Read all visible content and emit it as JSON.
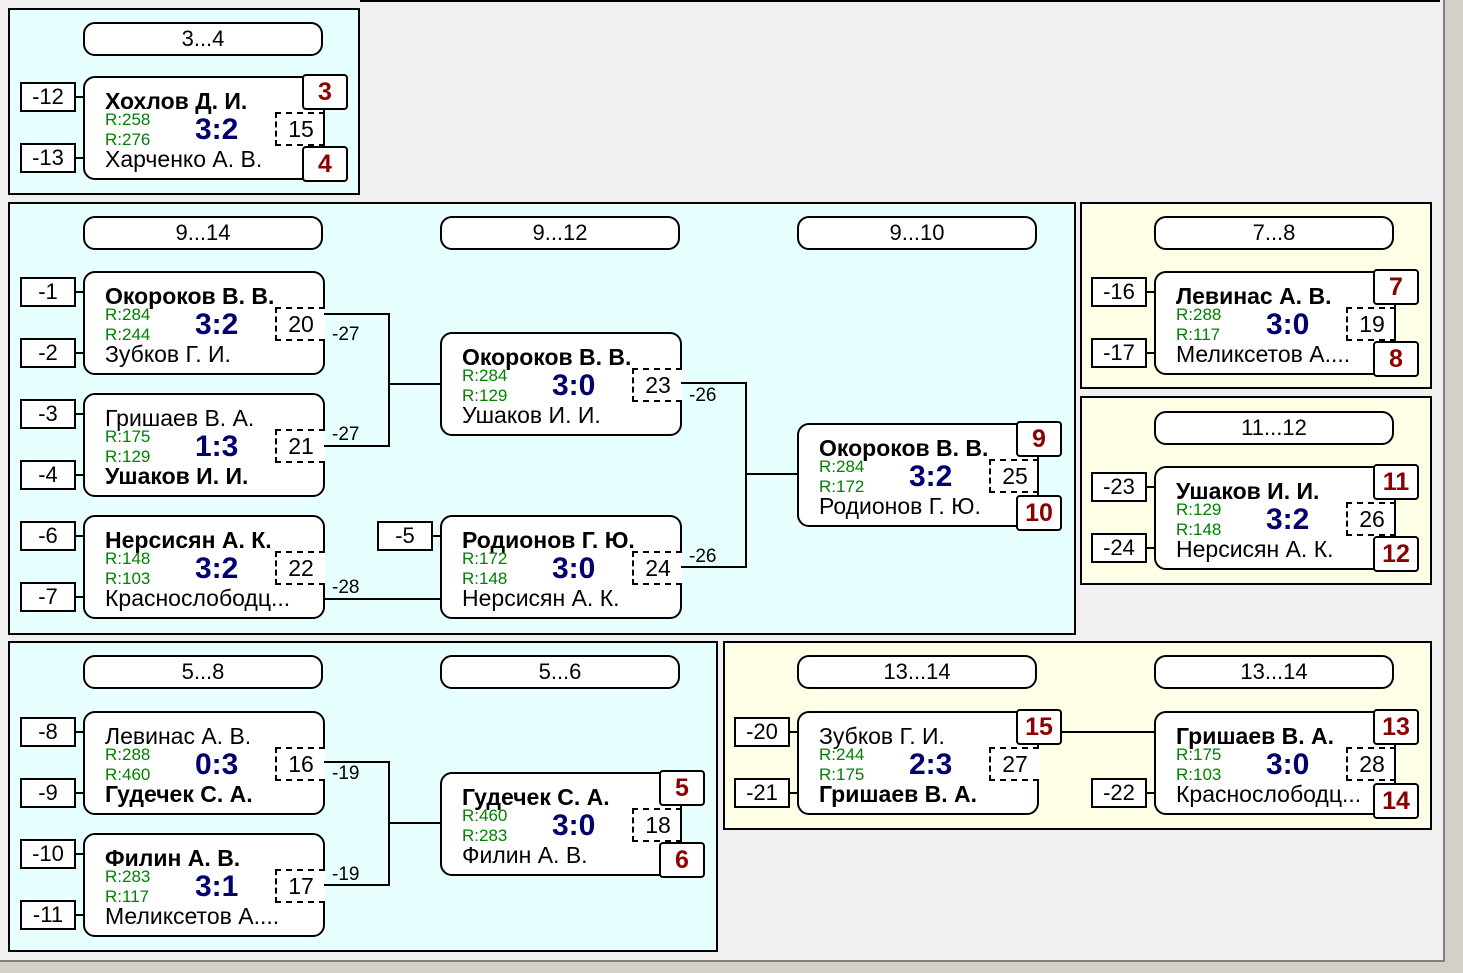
{
  "panels": {
    "p34": {
      "header": "3...4",
      "seeds": [
        "-12",
        "-13"
      ],
      "match": {
        "p1": "Хохлов Д. И.",
        "r1": "R:258",
        "r2": "R:276",
        "p2": "Харченко А. В.",
        "score": "3:2",
        "num": "15"
      },
      "places": [
        "3",
        "4"
      ]
    },
    "p914": {
      "headers": [
        "9...14",
        "9...12",
        "9...10"
      ],
      "seeds": [
        "-1",
        "-2",
        "-3",
        "-4",
        "-6",
        "-7",
        "-5"
      ],
      "m20": {
        "p1": "Окороков В. В.",
        "r1": "R:284",
        "r2": "R:244",
        "p2": "Зубков Г. И.",
        "score": "3:2",
        "num": "20",
        "loser": "-27"
      },
      "m21": {
        "p1": "Гришаев В. А.",
        "r1": "R:175",
        "r2": "R:129",
        "p2": "Ушаков И. И.",
        "score": "1:3",
        "num": "21",
        "loser": "-27"
      },
      "m22": {
        "p1": "Нерсисян А. К.",
        "r1": "R:148",
        "r2": "R:103",
        "p2": "Краснослободц...",
        "score": "3:2",
        "num": "22",
        "loser": "-28"
      },
      "m23": {
        "p1": "Окороков В. В.",
        "r1": "R:284",
        "r2": "R:129",
        "p2": "Ушаков И. И.",
        "score": "3:0",
        "num": "23",
        "loser": "-26"
      },
      "m24": {
        "p1": "Родионов Г. Ю.",
        "r1": "R:172",
        "r2": "R:148",
        "p2": "Нерсисян А. К.",
        "score": "3:0",
        "num": "24",
        "loser": "-26"
      },
      "m25": {
        "p1": "Окороков В. В.",
        "r1": "R:284",
        "r2": "R:172",
        "p2": "Родионов Г. Ю.",
        "score": "3:2",
        "num": "25"
      },
      "places": [
        "9",
        "10"
      ]
    },
    "p78": {
      "header": "7...8",
      "seeds": [
        "-16",
        "-17"
      ],
      "match": {
        "p1": "Левинас А. В.",
        "r1": "R:288",
        "r2": "R:117",
        "p2": "Меликсетов А....",
        "score": "3:0",
        "num": "19"
      },
      "places": [
        "7",
        "8"
      ]
    },
    "p1112": {
      "header": "11...12",
      "seeds": [
        "-23",
        "-24"
      ],
      "match": {
        "p1": "Ушаков И. И.",
        "r1": "R:129",
        "r2": "R:148",
        "p2": "Нерсисян А. К.",
        "score": "3:2",
        "num": "26"
      },
      "places": [
        "11",
        "12"
      ]
    },
    "p58": {
      "headers": [
        "5...8",
        "5...6"
      ],
      "seeds": [
        "-8",
        "-9",
        "-10",
        "-11"
      ],
      "m16": {
        "p1": "Левинас А. В.",
        "r1": "R:288",
        "r2": "R:460",
        "p2": "Гудечек С. А.",
        "score": "0:3",
        "num": "16",
        "loser": "-19"
      },
      "m17": {
        "p1": "Филин А. В.",
        "r1": "R:283",
        "r2": "R:117",
        "p2": "Меликсетов А....",
        "score": "3:1",
        "num": "17",
        "loser": "-19"
      },
      "m18": {
        "p1": "Гудечек С. А.",
        "r1": "R:460",
        "r2": "R:283",
        "p2": "Филин А. В.",
        "score": "3:0",
        "num": "18"
      },
      "places": [
        "5",
        "6"
      ]
    },
    "p1314": {
      "headers": [
        "13...14",
        "13...14"
      ],
      "seeds": [
        "-20",
        "-21",
        "-22"
      ],
      "m27": {
        "p1": "Зубков Г. И.",
        "r1": "R:244",
        "r2": "R:175",
        "p2": "Гришаев В. А.",
        "score": "2:3",
        "num": "27"
      },
      "m28": {
        "p1": "Гришаев В. А.",
        "r1": "R:175",
        "r2": "R:103",
        "p2": "Краснослободц...",
        "score": "3:0",
        "num": "28"
      },
      "places": [
        "15",
        "13",
        "14"
      ]
    }
  }
}
